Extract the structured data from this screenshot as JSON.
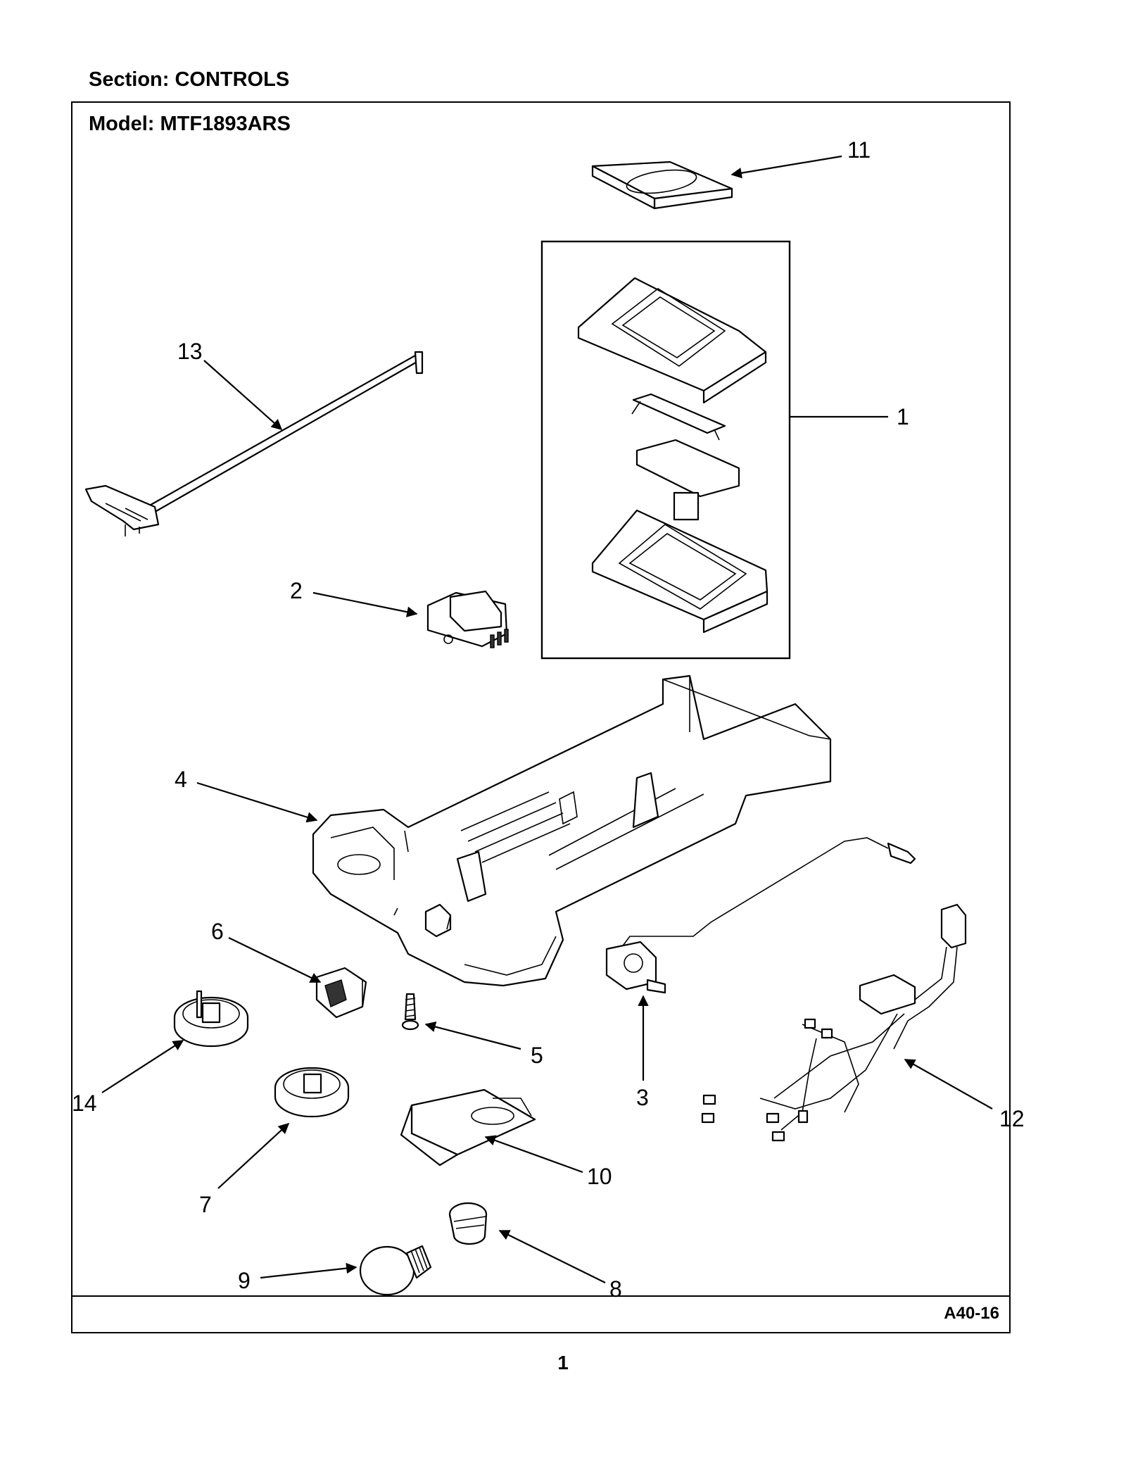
{
  "header": {
    "section_title": "Section:  CONTROLS",
    "model_title": "Model:  MTF1893ARS"
  },
  "footer": {
    "diagram_code": "A40-16",
    "page_number": "1"
  },
  "callouts": [
    "1",
    "2",
    "3",
    "4",
    "5",
    "6",
    "7",
    "8",
    "9",
    "10",
    "11",
    "12",
    "13",
    "14"
  ]
}
